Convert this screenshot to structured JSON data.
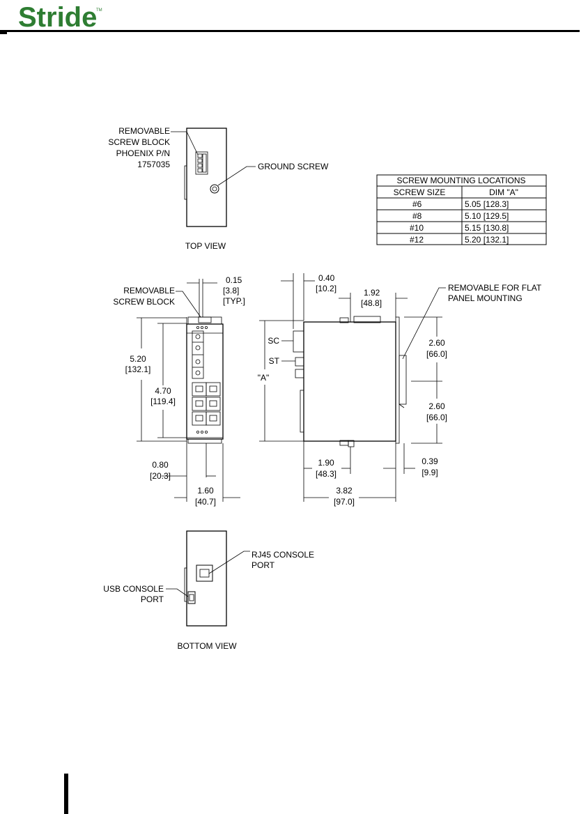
{
  "header": {
    "logo_text": "Stride",
    "logo_tm": "TM",
    "brand_color": "#2e7d32"
  },
  "top_view": {
    "callout_removable": [
      "REMOVABLE",
      "SCREW BLOCK",
      "PHOENIX P/N",
      "1757035"
    ],
    "ground_screw": "GROUND SCREW",
    "title": "TOP VIEW"
  },
  "table": {
    "title": "SCREW MOUNTING LOCATIONS",
    "headers": [
      "SCREW SIZE",
      "DIM \"A\""
    ],
    "rows": [
      [
        "#6",
        "5.05 [128.3]"
      ],
      [
        "#8",
        "5.10 [129.5]"
      ],
      [
        "#10",
        "5.15 [130.8]"
      ],
      [
        "#12",
        "5.20 [132.1]"
      ]
    ]
  },
  "front_view": {
    "removable": [
      "REMOVABLE",
      "SCREW BLOCK"
    ],
    "dim_015": [
      "0.15",
      "[3.8]",
      "[TYP.]"
    ],
    "dim_520": [
      "5.20",
      "[132.1]"
    ],
    "dim_470": [
      "4.70",
      "[119.4]"
    ],
    "dim_080": [
      "0.80",
      "[20.3]"
    ],
    "dim_160": [
      "1.60",
      "[40.7]"
    ]
  },
  "side_view": {
    "dim_040": [
      "0.40",
      "[10.2]"
    ],
    "dim_192": [
      "1.92",
      "[48.8]"
    ],
    "flat_panel": [
      "REMOVABLE FOR FLAT",
      "PANEL MOUNTING"
    ],
    "sc": "SC",
    "st": "ST",
    "dim_a": "\"A\"",
    "dim_260_top": [
      "2.60",
      "[66.0]"
    ],
    "dim_260_bot": [
      "2.60",
      "[66.0]"
    ],
    "dim_190": [
      "1.90",
      "[48.3]"
    ],
    "dim_039": [
      "0.39",
      "[9.9]"
    ],
    "dim_382": [
      "3.82",
      "[97.0]"
    ]
  },
  "bottom_view": {
    "rj45": [
      "RJ45 CONSOLE",
      "PORT"
    ],
    "usb": [
      "USB CONSOLE",
      "PORT"
    ],
    "title": "BOTTOM VIEW"
  }
}
